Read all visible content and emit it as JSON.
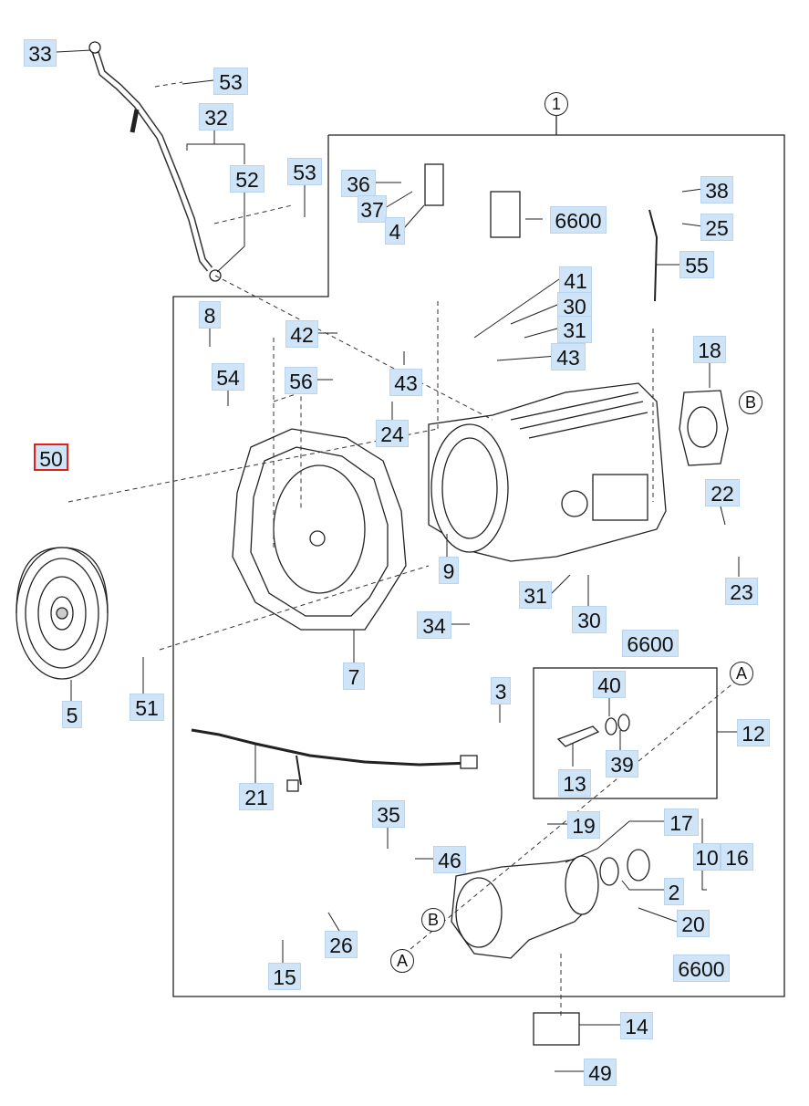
{
  "diagram": {
    "selected_callout": "50",
    "callouts": [
      {
        "id": "c33",
        "label": "33"
      },
      {
        "id": "c53a",
        "label": "53"
      },
      {
        "id": "c32",
        "label": "32"
      },
      {
        "id": "c52",
        "label": "52"
      },
      {
        "id": "c53b",
        "label": "53"
      },
      {
        "id": "c36",
        "label": "36"
      },
      {
        "id": "c37",
        "label": "37"
      },
      {
        "id": "c4",
        "label": "4"
      },
      {
        "id": "c6600a",
        "label": "6600"
      },
      {
        "id": "c38",
        "label": "38"
      },
      {
        "id": "c25",
        "label": "25"
      },
      {
        "id": "c55",
        "label": "55"
      },
      {
        "id": "c41",
        "label": "41"
      },
      {
        "id": "c30a",
        "label": "30"
      },
      {
        "id": "c31a",
        "label": "31"
      },
      {
        "id": "c43a",
        "label": "43"
      },
      {
        "id": "c8",
        "label": "8"
      },
      {
        "id": "c42",
        "label": "42"
      },
      {
        "id": "c18",
        "label": "18"
      },
      {
        "id": "c54",
        "label": "54"
      },
      {
        "id": "c56",
        "label": "56"
      },
      {
        "id": "c43b",
        "label": "43"
      },
      {
        "id": "c24",
        "label": "24"
      },
      {
        "id": "c50",
        "label": "50"
      },
      {
        "id": "c22",
        "label": "22"
      },
      {
        "id": "c9",
        "label": "9"
      },
      {
        "id": "c23",
        "label": "23"
      },
      {
        "id": "c31b",
        "label": "31"
      },
      {
        "id": "c30b",
        "label": "30"
      },
      {
        "id": "c34",
        "label": "34"
      },
      {
        "id": "c6600b",
        "label": "6600"
      },
      {
        "id": "c5",
        "label": "5"
      },
      {
        "id": "c51",
        "label": "51"
      },
      {
        "id": "c7",
        "label": "7"
      },
      {
        "id": "c40",
        "label": "40"
      },
      {
        "id": "c3",
        "label": "3"
      },
      {
        "id": "c12",
        "label": "12"
      },
      {
        "id": "c39",
        "label": "39"
      },
      {
        "id": "c13",
        "label": "13"
      },
      {
        "id": "c21",
        "label": "21"
      },
      {
        "id": "c35",
        "label": "35"
      },
      {
        "id": "c19",
        "label": "19"
      },
      {
        "id": "c17",
        "label": "17"
      },
      {
        "id": "c46",
        "label": "46"
      },
      {
        "id": "c10",
        "label": "10"
      },
      {
        "id": "c16",
        "label": "16"
      },
      {
        "id": "c2",
        "label": "2"
      },
      {
        "id": "c20",
        "label": "20"
      },
      {
        "id": "c26",
        "label": "26"
      },
      {
        "id": "c6600c",
        "label": "6600"
      },
      {
        "id": "c15",
        "label": "15"
      },
      {
        "id": "c14",
        "label": "14"
      },
      {
        "id": "c49",
        "label": "49"
      }
    ],
    "circle_tags": [
      {
        "id": "t1",
        "label": "1"
      },
      {
        "id": "tB1",
        "label": "B"
      },
      {
        "id": "tA1",
        "label": "A"
      },
      {
        "id": "tB2",
        "label": "B"
      },
      {
        "id": "tA2",
        "label": "A"
      }
    ]
  }
}
